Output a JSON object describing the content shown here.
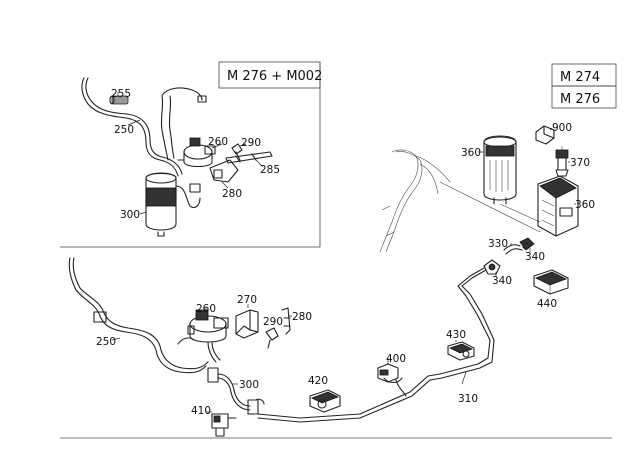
{
  "variants": {
    "m276_m002": "M 276 + M002",
    "m274": "M 274",
    "m276": "M 276"
  },
  "labels": {
    "p255": "255",
    "p250a": "250",
    "p260a": "260",
    "p290a": "290",
    "p285": "285",
    "p280a": "280",
    "p300a": "300",
    "p900": "900",
    "p360a": "360",
    "p370": "370",
    "p360b": "360",
    "p330": "330",
    "p340a": "340",
    "p340b": "340",
    "p440": "440",
    "p260b": "260",
    "p270": "270",
    "p290b": "290",
    "p280b": "280",
    "p250b": "250",
    "p300b": "300",
    "p410": "410",
    "p420": "420",
    "p400": "400",
    "p430": "430",
    "p310": "310"
  }
}
